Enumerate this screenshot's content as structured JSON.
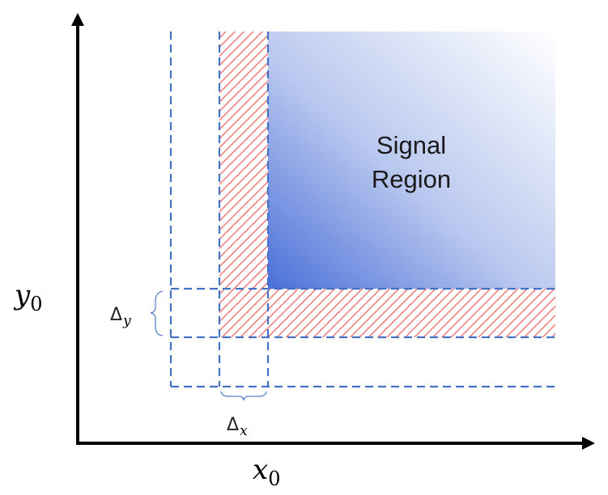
{
  "region": {
    "line1": "Signal",
    "line2": "Region"
  },
  "axes": {
    "x": {
      "symbol": "x",
      "subscript": "0"
    },
    "y": {
      "symbol": "y",
      "subscript": "0"
    }
  },
  "deltas": {
    "x": {
      "symbol": "Δ",
      "subscript": "x"
    },
    "y": {
      "symbol": "Δ",
      "subscript": "y"
    }
  },
  "colors": {
    "axis": "#000000",
    "dashed": "#4472C4",
    "hatch": "#F08080",
    "gradient_dark": "#4a6fd8",
    "gradient_light": "#ffffff",
    "brace": "#5b82c8"
  }
}
